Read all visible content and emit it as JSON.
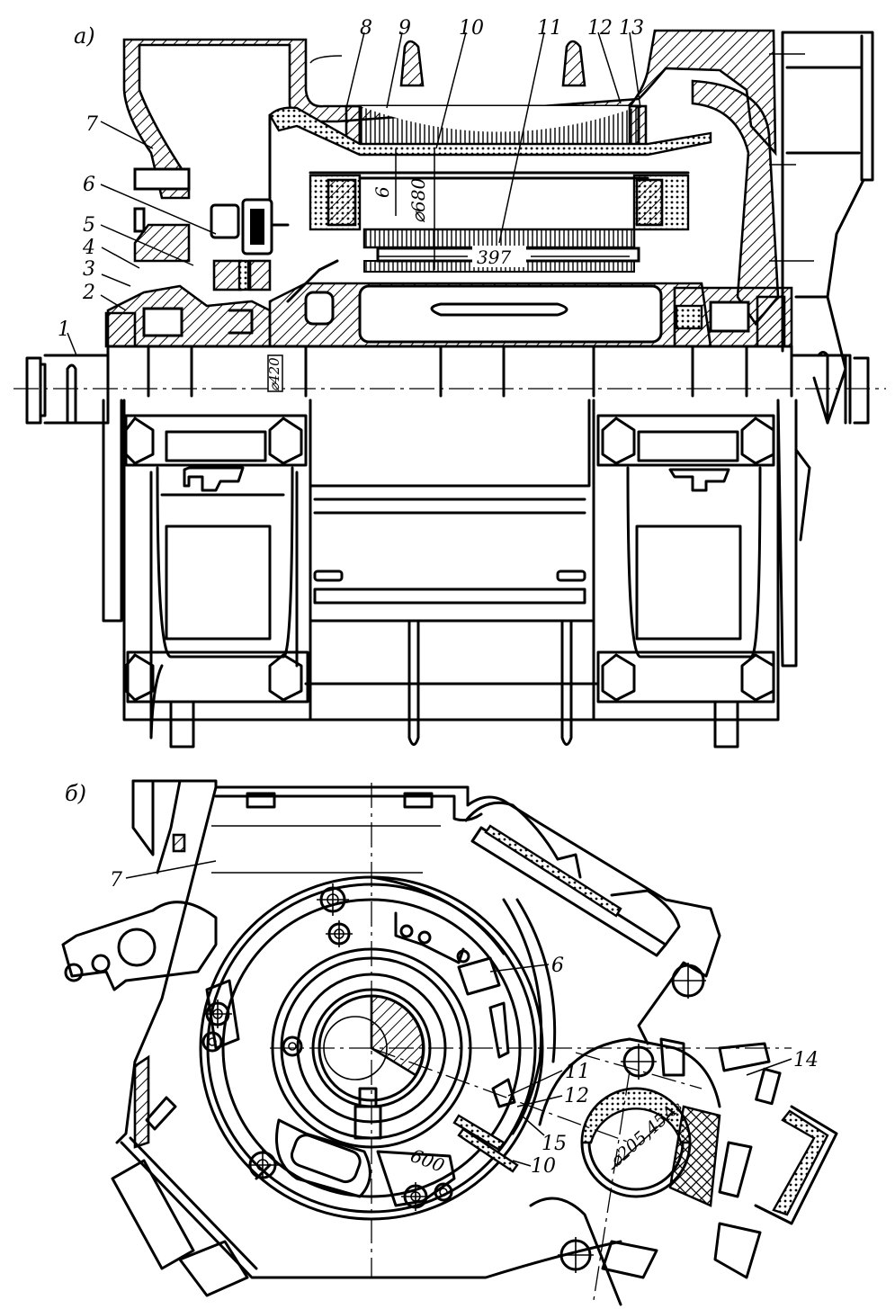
{
  "figure": {
    "views": [
      {
        "id": "a",
        "label": "а)",
        "description": "longitudinal section of traction motor"
      },
      {
        "id": "b",
        "label": "б)",
        "description": "end view / cross section of traction motor"
      }
    ]
  },
  "view_a": {
    "callouts": [
      "1",
      "2",
      "3",
      "4",
      "5",
      "6",
      "7",
      "8",
      "9",
      "10",
      "11",
      "12",
      "13"
    ],
    "dimensions": {
      "air_gap": "6",
      "stator_bore": "⌀680",
      "core_length": "397",
      "shaft_diameter": "⌀420"
    }
  },
  "view_b": {
    "callouts": [
      "7",
      "6",
      "14",
      "11",
      "12",
      "15",
      "10"
    ],
    "dimensions": {
      "center_distance": "600",
      "axle_diameter": "⌀205,45А₃"
    }
  }
}
